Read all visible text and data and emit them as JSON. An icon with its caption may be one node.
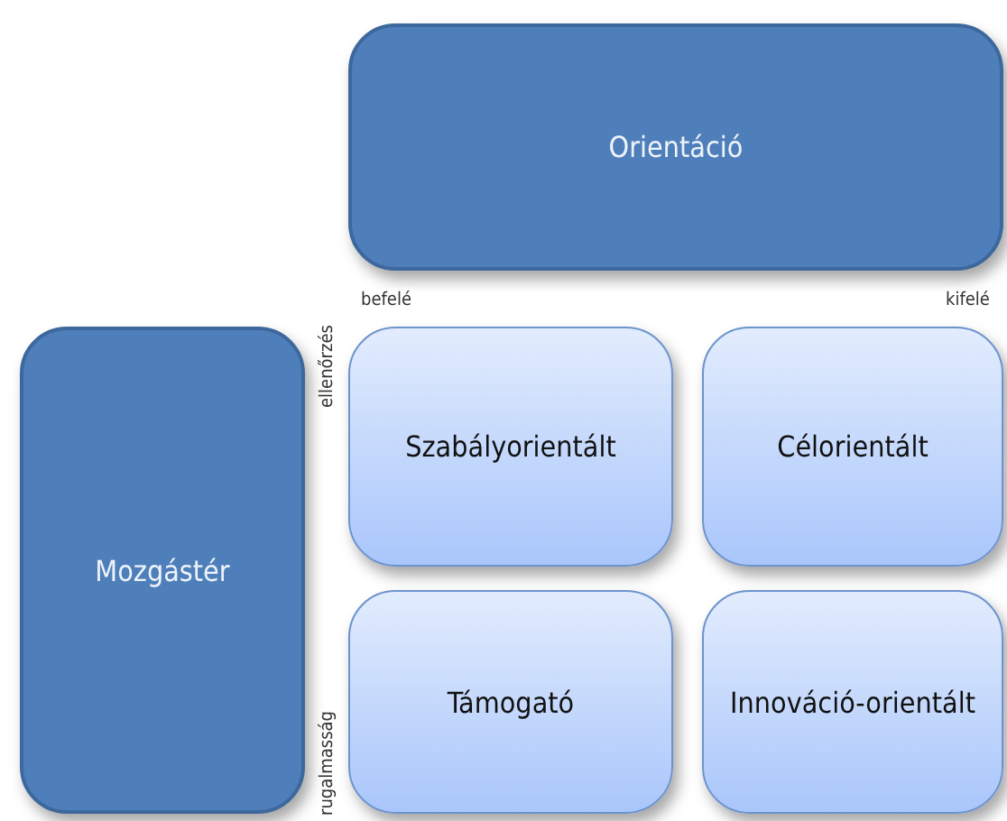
{
  "diagram": {
    "nodes": [
      {
        "text": [
          "Orientáció"
        ]
      },
      {
        "text": [
          "Mozgástér"
        ]
      },
      {
        "text": [
          "Szabályorientált"
        ]
      },
      {
        "text": [
          "Célorientált"
        ]
      },
      {
        "text": [
          "Támogató"
        ]
      },
      {
        "text": [
          "Innováció-orientált"
        ]
      }
    ],
    "labels": [
      "befelé",
      "kifelé",
      "ellenőrzés",
      "rugalmasság"
    ]
  }
}
